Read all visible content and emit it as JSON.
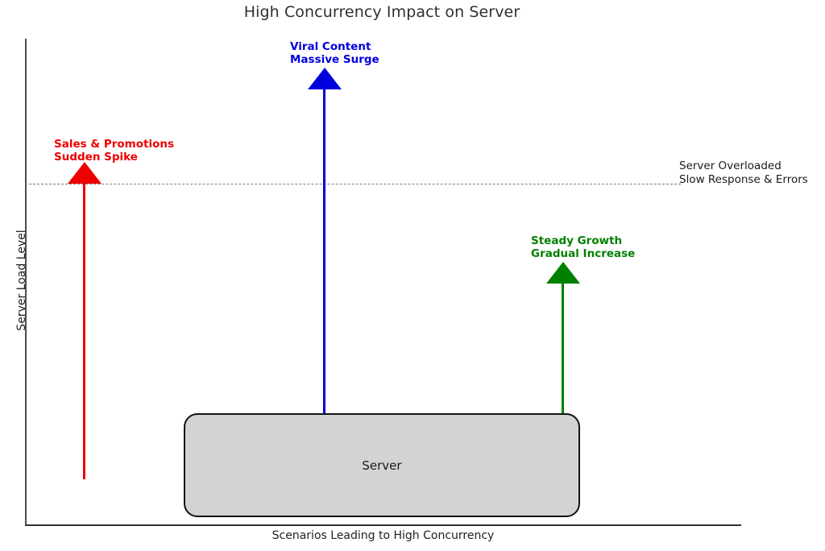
{
  "chart_data": {
    "type": "diagram",
    "title": "High Concurrency Impact on Server",
    "xlabel": "Scenarios Leading to High Concurrency",
    "ylabel": "Server Load Level",
    "grid": false,
    "legend": "none",
    "xlim": [
      0,
      100
    ],
    "ylim": [
      0,
      100
    ],
    "threshold": {
      "label_line1": "Server Overloaded",
      "label_line2": "Slow Response & Errors",
      "y_value": 65,
      "style": "dashed",
      "color": "#7a7a7a"
    },
    "target": {
      "label": "Server",
      "fill": "#d3d3d3",
      "edge": "#111111"
    },
    "series": [
      {
        "name": "Sales & Promotions",
        "label_line1": "Sales & Promotions",
        "label_line2": "Sudden Spike",
        "color": "#ee0000",
        "x": 9,
        "base_value": 8,
        "peak_value": 72,
        "exceeds_threshold": true
      },
      {
        "name": "Viral Content",
        "label_line1": "Viral Content",
        "label_line2": "Massive Surge",
        "color": "#0000dd",
        "x": 42,
        "base_value": 22,
        "peak_value": 94,
        "exceeds_threshold": true
      },
      {
        "name": "Steady Growth",
        "label_line1": "Steady Growth",
        "label_line2": "Gradual Increase",
        "color": "#008000",
        "x": 77,
        "base_value": 22,
        "peak_value": 54,
        "exceeds_threshold": false
      }
    ]
  },
  "chart": {
    "title": "High Concurrency Impact on Server",
    "x_axis_label": "Scenarios Leading to High Concurrency",
    "y_axis_label": "Server Load Level"
  },
  "threshold": {
    "line1": "Server Overloaded",
    "line2": "Slow Response & Errors"
  },
  "server": {
    "label": "Server"
  },
  "scenarios": [
    {
      "line1": "Sales & Promotions",
      "line2": "Sudden Spike",
      "color": "#ee0000"
    },
    {
      "line1": "Viral Content",
      "line2": "Massive Surge",
      "color": "#0000dd"
    },
    {
      "line1": "Steady Growth",
      "line2": "Gradual Increase",
      "color": "#008000"
    }
  ],
  "colors": {
    "sales": "#ee0000",
    "viral": "#0000dd",
    "steady": "#008000",
    "server_fill": "#d3d3d3",
    "server_edge": "#111111",
    "threshold": "#7a7a7a",
    "axis": "#303030",
    "title": "#303030"
  }
}
